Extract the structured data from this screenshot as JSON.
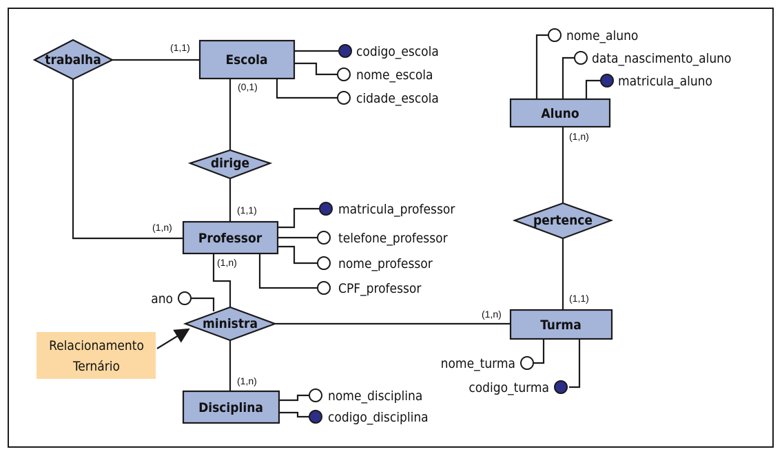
{
  "entities": {
    "escola": "Escola",
    "aluno": "Aluno",
    "professor": "Professor",
    "turma": "Turma",
    "disciplina": "Disciplina"
  },
  "relationships": {
    "trabalha": "trabalha",
    "dirige": "dirige",
    "pertence": "pertence",
    "ministra": "ministra"
  },
  "attributes": {
    "codigo_escola": "codigo_escola",
    "nome_escola": "nome_escola",
    "cidade_escola": "cidade_escola",
    "nome_aluno": "nome_aluno",
    "data_nascimento_aluno": "data_nascimento_aluno",
    "matricula_aluno": "matricula_aluno",
    "matricula_professor": "matricula_professor",
    "telefone_professor": "telefone_professor",
    "nome_professor": "nome_professor",
    "cpf_professor": "CPF_professor",
    "ano": "ano",
    "nome_turma": "nome_turma",
    "codigo_turma": "codigo_turma",
    "nome_disciplina": "nome_disciplina",
    "codigo_disciplina": "codigo_disciplina"
  },
  "cardinalities": {
    "escola_trabalha": "(1,1)",
    "escola_dirige": "(0,1)",
    "professor_dirige": "(1,1)",
    "professor_trabalha": "(1,n)",
    "professor_ministra": "(1,n)",
    "aluno_pertence": "(1,n)",
    "turma_pertence": "(1,1)",
    "turma_ministra": "(1,n)",
    "disciplina_ministra": "(1,n)"
  },
  "note": {
    "line1": "Relacionamento",
    "line2": "Ternário"
  },
  "colors": {
    "entity_fill": "#a5b4d9",
    "key_attribute": "#2d2e86",
    "note_fill": "#fcd9a2"
  }
}
